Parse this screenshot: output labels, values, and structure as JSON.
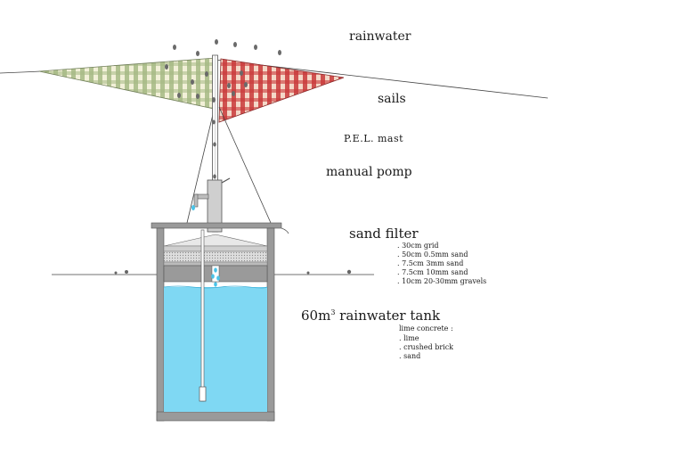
{
  "labels": {
    "rainwater": "rainwater",
    "sails": "sails",
    "mast": "P.E.L. mast",
    "pump": "manual pomp",
    "filter": "sand filter",
    "tank_prefix": "60m",
    "tank_sup": "3",
    "tank_suffix": " rainwater tank"
  },
  "filter_layers": [
    ". 30cm grid",
    ". 50cm 0.5mm sand",
    ". 7.5cm 3mm sand",
    ". 7.5cm 10mm sand",
    ". 10cm 20-30mm gravels"
  ],
  "concrete": {
    "title": "lime concrete :",
    "items": [
      ". lime",
      ". crushed brick",
      ". sand"
    ]
  },
  "colors": {
    "water": "#7fd8f3",
    "wall": "#9a9a9a",
    "sail_left_a": "#a6ba85",
    "sail_left_b": "#f2f0d8",
    "sail_right_a": "#c93a3a",
    "sail_right_b": "#f4d8c8",
    "drop": "#6a6a6a",
    "drop_blue": "#49c3e8"
  }
}
